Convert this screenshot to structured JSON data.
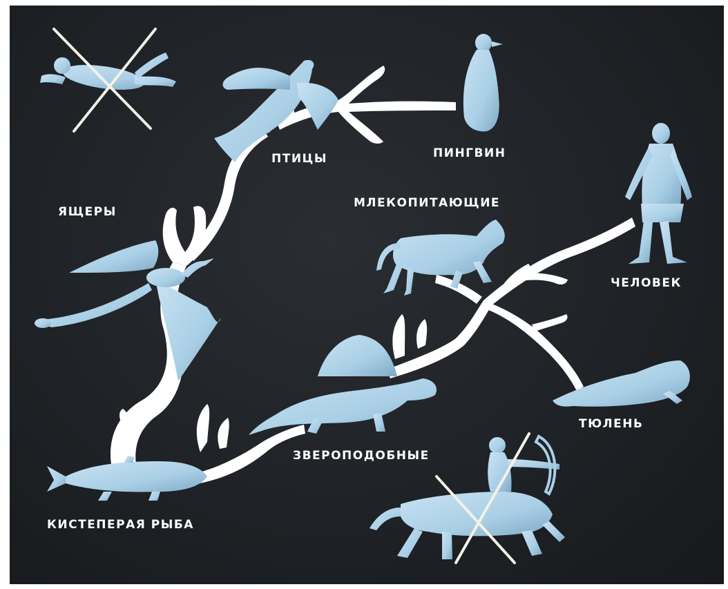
{
  "labels": {
    "yashchery": "ЯЩЕРЫ",
    "ptitsy": "ПТИЦЫ",
    "pingvin": "ПИНГВИН",
    "mlekopitayushchie": "МЛЕКОПИТАЮЩИЕ",
    "chelovek": "ЧЕЛОВЕК",
    "tyulen": "ТЮЛЕНЬ",
    "zveropodobnye": "ЗВЕРОПОДОБНЫЕ",
    "kisteperaya_ryba": "КИСТЕПЕРАЯ РЫБА"
  },
  "figures": [
    {
      "name": "flying-man-figure",
      "crossed_out": true
    },
    {
      "name": "bird-figure",
      "crossed_out": false
    },
    {
      "name": "penguin-figure",
      "crossed_out": false
    },
    {
      "name": "pterosaur-figure",
      "crossed_out": false
    },
    {
      "name": "horse-figure",
      "crossed_out": false
    },
    {
      "name": "human-figure",
      "crossed_out": false
    },
    {
      "name": "dimetrodon-figure",
      "crossed_out": false
    },
    {
      "name": "seal-figure",
      "crossed_out": false
    },
    {
      "name": "lobe-finned-fish-figure",
      "crossed_out": false
    },
    {
      "name": "centaur-figure",
      "crossed_out": true
    }
  ],
  "colors": {
    "background": "#1f2226",
    "branch": "#ffffff",
    "figure_fill": "#a9cfe6",
    "figure_shadow": "#7fa9c4",
    "cross": "#f4f1e8"
  }
}
